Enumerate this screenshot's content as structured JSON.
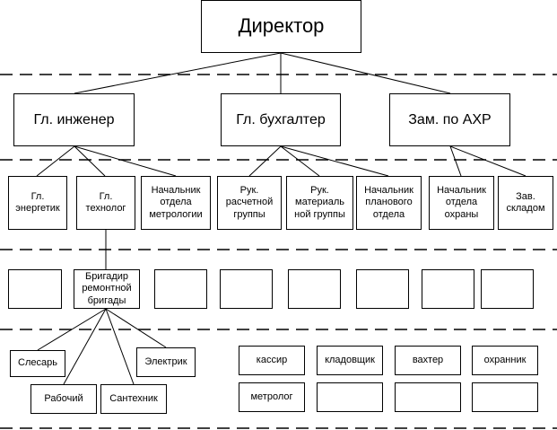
{
  "top": {
    "director": "Директор"
  },
  "deputies": {
    "chief_engineer": "Гл. инженер",
    "chief_accountant": "Гл. бухгалтер",
    "deputy_ahr": "Зам. по АХР"
  },
  "departments": {
    "chief_power_engineer": "Гл.\nэнергетик",
    "chief_technologist": "Гл.\nтехнолог",
    "metrology_head": "Начальник\nотдела\nметрологии",
    "calc_group_head": "Рук.\nрасчетной\nгруппы",
    "material_group_head": "Рук.\nматериаль\nной группы",
    "planning_head": "Начальник\nпланового\nотдела",
    "security_head": "Начальник\nотдела\nохраны",
    "warehouse_head": "Зав.\nскладом"
  },
  "brigade": {
    "foreman": "Бригадир\nремонтной\nбригады"
  },
  "workers": {
    "locksmith": "Слесарь",
    "electrician": "Электрик",
    "laborer": "Рабочий",
    "plumber": "Сантехник"
  },
  "staff": {
    "cashier": "кассир",
    "storekeeper": "кладовщик",
    "watchman": "вахтер",
    "guard": "охранник",
    "metrologist": "метролог"
  }
}
